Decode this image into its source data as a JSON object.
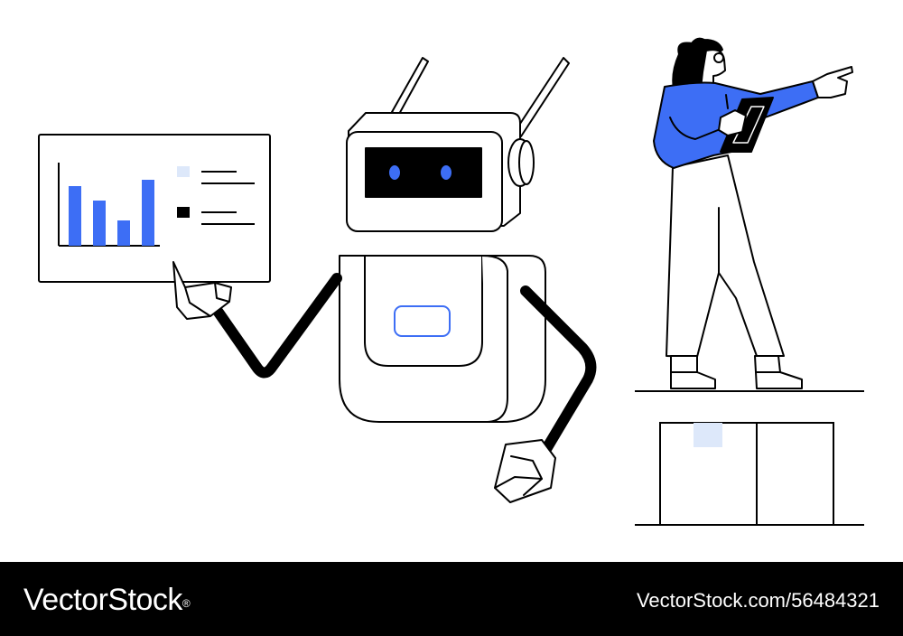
{
  "colors": {
    "accent": "#3d6ef5",
    "ink": "#000000",
    "paper": "#ffffff",
    "pale_blue": "#dde8fa",
    "footer": "#000000"
  },
  "icons": [
    "robot-illustration",
    "woman-with-tablet-illustration",
    "bar-chart-panel",
    "cardboard-box"
  ],
  "chart_data": {
    "type": "bar",
    "categories": [
      "",
      "",
      "",
      ""
    ],
    "values": [
      66,
      50,
      28,
      73
    ],
    "ylim": [
      0,
      92
    ],
    "legend": [
      "",
      ""
    ],
    "grid": false
  },
  "footer": {
    "brand": "VectorStock",
    "registered_mark": "®",
    "image_ref": "VectorStock.com/56484321"
  }
}
